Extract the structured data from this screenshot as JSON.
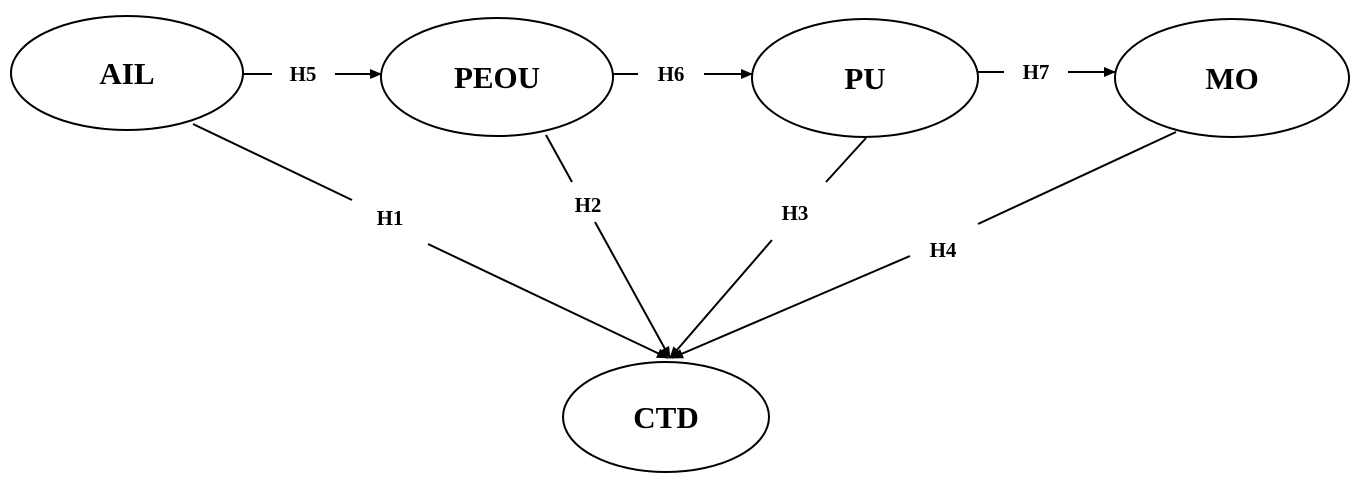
{
  "nodes": {
    "ail": "AIL",
    "peou": "PEOU",
    "pu": "PU",
    "mo": "MO",
    "ctd": "CTD"
  },
  "edges": {
    "h1": "H1",
    "h2": "H2",
    "h3": "H3",
    "h4": "H4",
    "h5": "H5",
    "h6": "H6",
    "h7": "H7"
  }
}
